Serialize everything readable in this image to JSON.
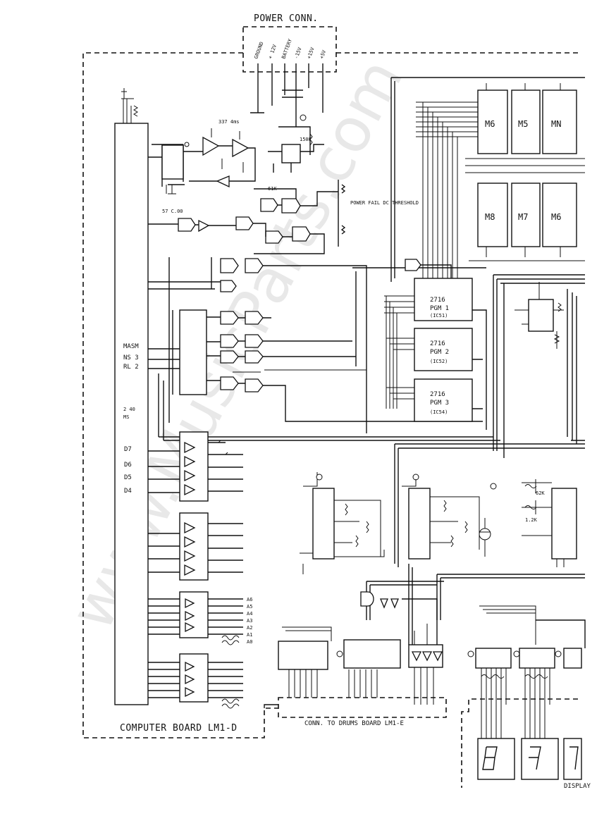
{
  "power_connector": {
    "title": "POWER CONN.",
    "pins": [
      "GROUND",
      "+ 12V",
      "BATTERY",
      "-15V",
      "+15V",
      "+5V"
    ]
  },
  "board_outline": {
    "computer_board_label": "COMPUTER BOARD  LM1-D",
    "drums_connector_label": "CONN. TO DRUMS BOARD LM1-E",
    "display_label": "DISPLAY"
  },
  "memory_chips": {
    "top_row": [
      "M6",
      "M5",
      "MN"
    ],
    "bottom_row": [
      "M8",
      "M7",
      "M6"
    ]
  },
  "eproms": [
    {
      "type": "2716",
      "name": "PGM 1",
      "ref": "(IC51)"
    },
    {
      "type": "2716",
      "name": "PGM 2",
      "ref": "(IC52)"
    },
    {
      "type": "2716",
      "name": "PGM 3",
      "ref": "(IC54)"
    }
  ],
  "signals": {
    "d_lines": [
      "D7",
      "D6",
      "D5",
      "D4"
    ],
    "a_lines": [
      "A6",
      "A5",
      "A4",
      "A3",
      "A2",
      "A1",
      "A0"
    ],
    "misc": [
      "MASM",
      "NS 3",
      "RL 2",
      "2 40",
      "MS"
    ]
  },
  "annotations": {
    "power_fail": "POWER FAIL DC THRESHOLD",
    "cap_note": "57 C.00",
    "value_61k": "61K",
    "value_62k": "62K",
    "value_150k": "150K",
    "value_337": "337 4ms",
    "value_12k": "1.2K"
  },
  "watermark": "www.MusicParts.com"
}
